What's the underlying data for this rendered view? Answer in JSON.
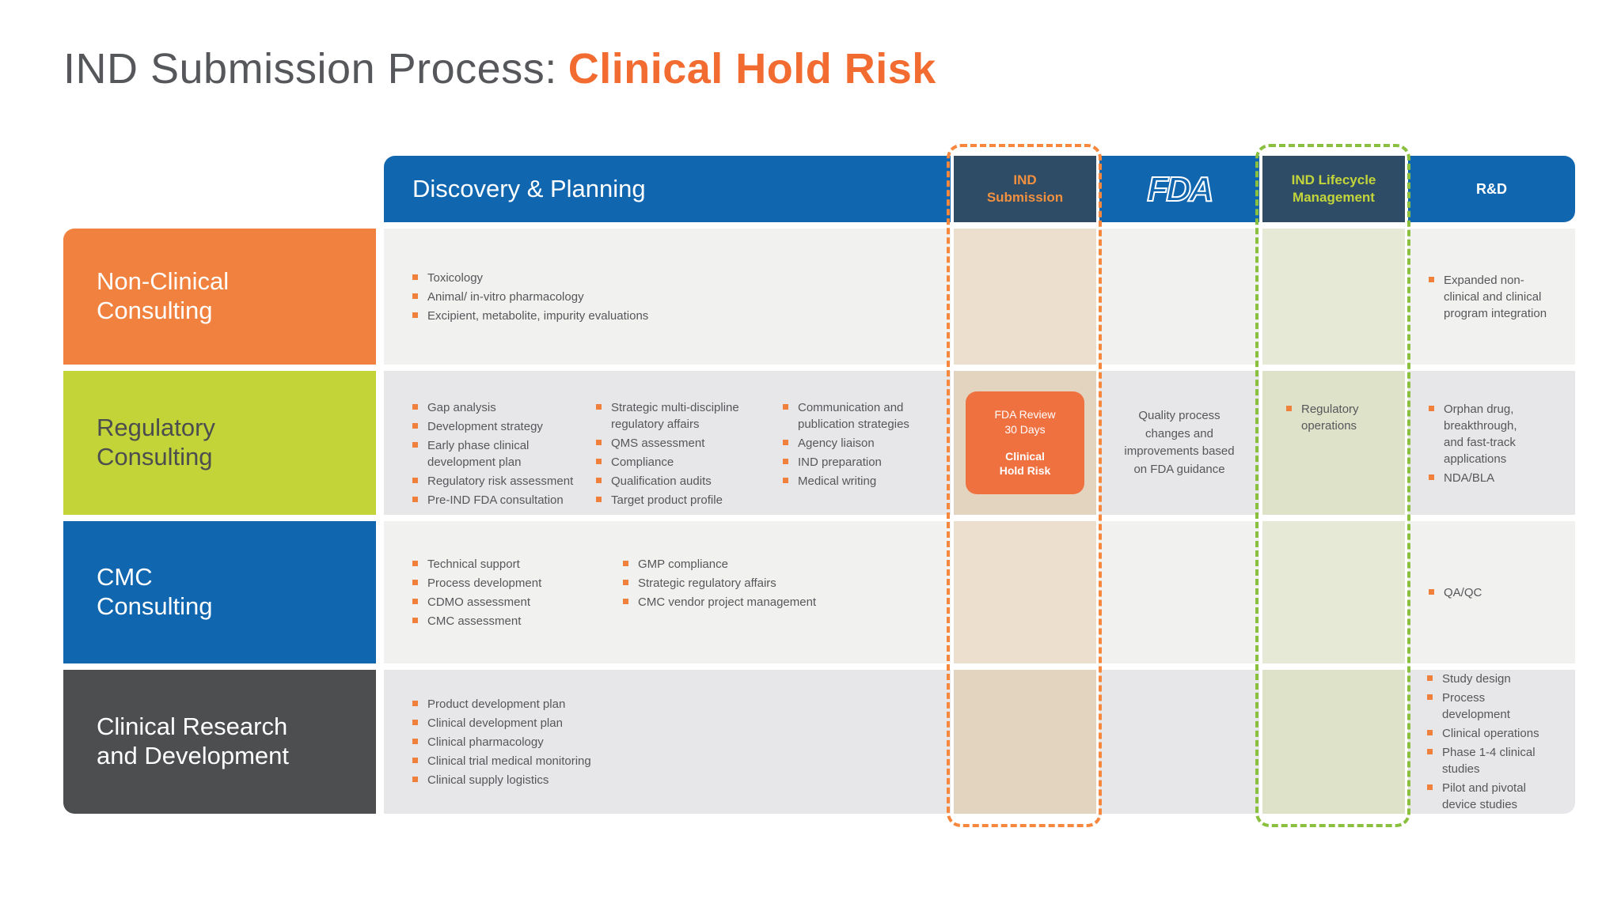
{
  "title": {
    "prefix": "IND Submission Process:",
    "highlight": "Clinical Hold Risk"
  },
  "header": {
    "discovery": "Discovery & Planning",
    "ind_submission": "IND\nSubmission",
    "fda": "FDA",
    "lifecycle": "IND Lifecycle\nManagement",
    "rd": "R&D"
  },
  "rows": [
    {
      "label": "Non-Clinical\nConsulting",
      "discovery": [
        [
          "Toxicology",
          "Animal/ in-vitro pharmacology",
          "Excipient, metabolite, impurity evaluations"
        ]
      ],
      "rd": [
        "Expanded non-clinical and clinical program integration"
      ]
    },
    {
      "label": "Regulatory\nConsulting",
      "discovery": [
        [
          "Gap analysis",
          "Development strategy",
          "Early phase clinical development plan",
          "Regulatory risk assessment",
          "Pre-IND FDA consultation"
        ],
        [
          "Strategic multi-discipline regulatory affairs",
          "QMS assessment",
          "Compliance",
          "Qualification audits",
          "Target product profile"
        ],
        [
          "Communication and publication strategies",
          "Agency liaison",
          "IND preparation",
          "Medical writing"
        ]
      ],
      "ind_box": {
        "top": "FDA Review\n30 Days",
        "bottom": "Clinical\nHold Risk"
      },
      "fda_note": "Quality process changes and improvements based on FDA guidance",
      "lifecycle": [
        "Regulatory operations"
      ],
      "rd": [
        "Orphan drug, breakthrough, and fast-track applications",
        "NDA/BLA"
      ]
    },
    {
      "label": "CMC\nConsulting",
      "discovery": [
        [
          "Technical support",
          "Process development",
          "CDMO assessment",
          "CMC assessment"
        ],
        [
          "GMP compliance",
          "Strategic regulatory affairs",
          "CMC vendor project management"
        ]
      ],
      "rd": [
        "QA/QC"
      ]
    },
    {
      "label": "Clinical Research\nand Development",
      "discovery": [
        [
          "Product development plan",
          "Clinical development plan",
          "Clinical pharmacology",
          "Clinical trial medical monitoring",
          "Clinical supply logistics"
        ]
      ],
      "rd": [
        "Study design",
        "Process development",
        "Clinical operations",
        "Phase 1-4 clinical studies",
        "Pilot and pivotal device studies"
      ]
    }
  ],
  "colors": {
    "title_accent": "#f26c31",
    "header_blue": "#1166b0",
    "header_navy": "#2e4c66",
    "orange_row": "#f0813e",
    "lime_row": "#c2d437",
    "dark_row": "#4d4e50",
    "ind_submission_label": "#f1903f",
    "lifecycle_label": "#c3d53a",
    "dashed_orange": "#f6873c",
    "dashed_green": "#8bbf3e",
    "hold_risk_box": "#ef7140",
    "bullet": "#f0813d",
    "cell_tan": "#e3d4c0",
    "cell_green": "#dee2c9"
  }
}
